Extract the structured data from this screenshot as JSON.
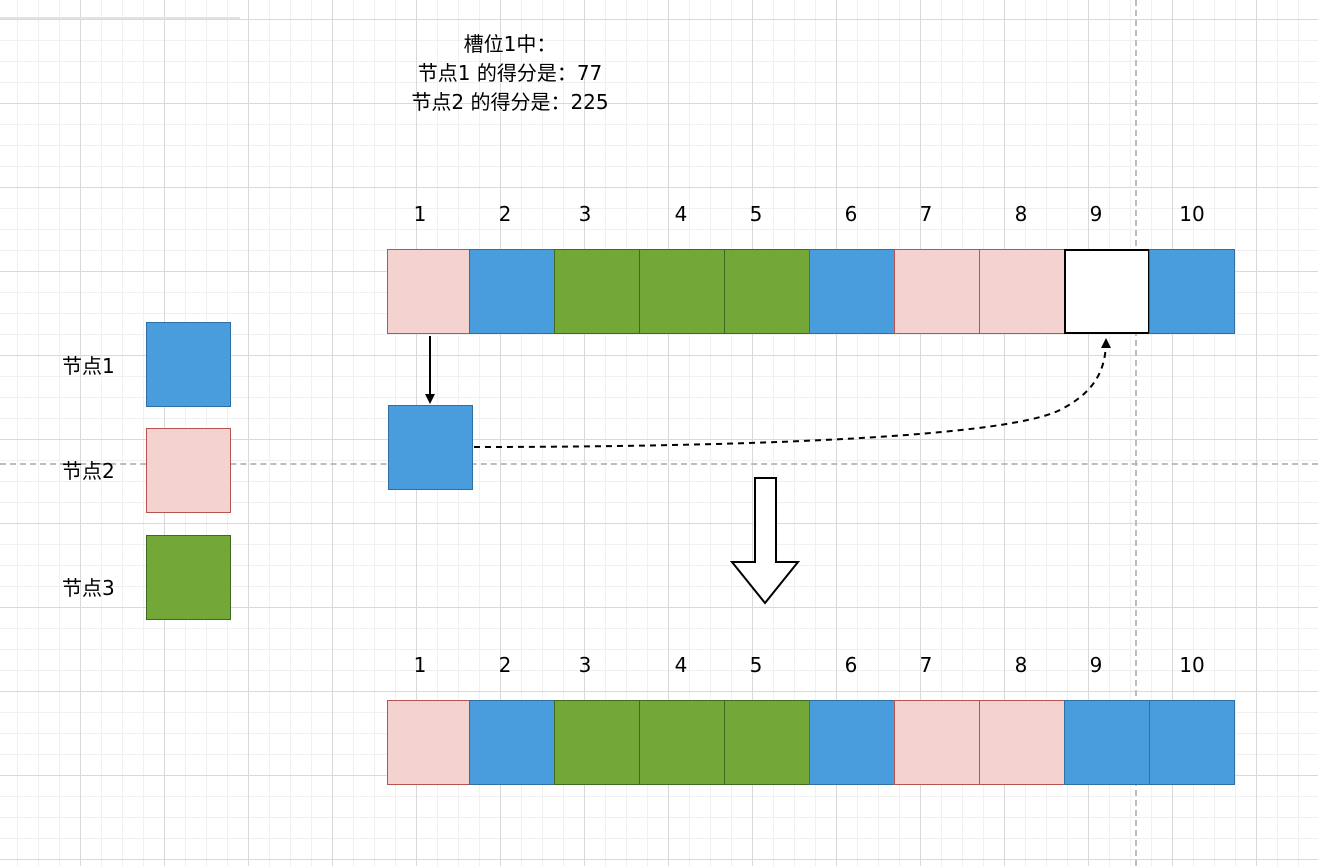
{
  "caption": {
    "line1": "槽位1中：",
    "line2": "节点1 的得分是：77",
    "line3": "节点2 的得分是：225"
  },
  "colors": {
    "node1_fill": "#4a9ddc",
    "node1_border": "#2f6fa6",
    "node2_fill": "#f4d2d0",
    "node2_border": "#b85450",
    "node3_fill": "#73a839",
    "node3_border": "#3e6b1f",
    "empty_fill": "#ffffff",
    "empty_border": "#000000"
  },
  "legend": [
    {
      "label": "节点1",
      "node": "node1"
    },
    {
      "label": "节点2",
      "node": "node2"
    },
    {
      "label": "节点3",
      "node": "node3"
    }
  ],
  "slots_before": [
    {
      "number": "1",
      "node": "node2"
    },
    {
      "number": "2",
      "node": "node1"
    },
    {
      "number": "3",
      "node": "node3"
    },
    {
      "number": "4",
      "node": "node3"
    },
    {
      "number": "5",
      "node": "node3"
    },
    {
      "number": "6",
      "node": "node1"
    },
    {
      "number": "7",
      "node": "node2"
    },
    {
      "number": "8",
      "node": "node2"
    },
    {
      "number": "9",
      "node": "empty"
    },
    {
      "number": "10",
      "node": "node1"
    }
  ],
  "slots_after": [
    {
      "number": "1",
      "node": "node2"
    },
    {
      "number": "2",
      "node": "node1"
    },
    {
      "number": "3",
      "node": "node3"
    },
    {
      "number": "4",
      "node": "node3"
    },
    {
      "number": "5",
      "node": "node3"
    },
    {
      "number": "6",
      "node": "node1"
    },
    {
      "number": "7",
      "node": "node2"
    },
    {
      "number": "8",
      "node": "node2"
    },
    {
      "number": "9",
      "node": "node1"
    },
    {
      "number": "10",
      "node": "node1"
    }
  ],
  "moving_block": {
    "node": "node1"
  }
}
